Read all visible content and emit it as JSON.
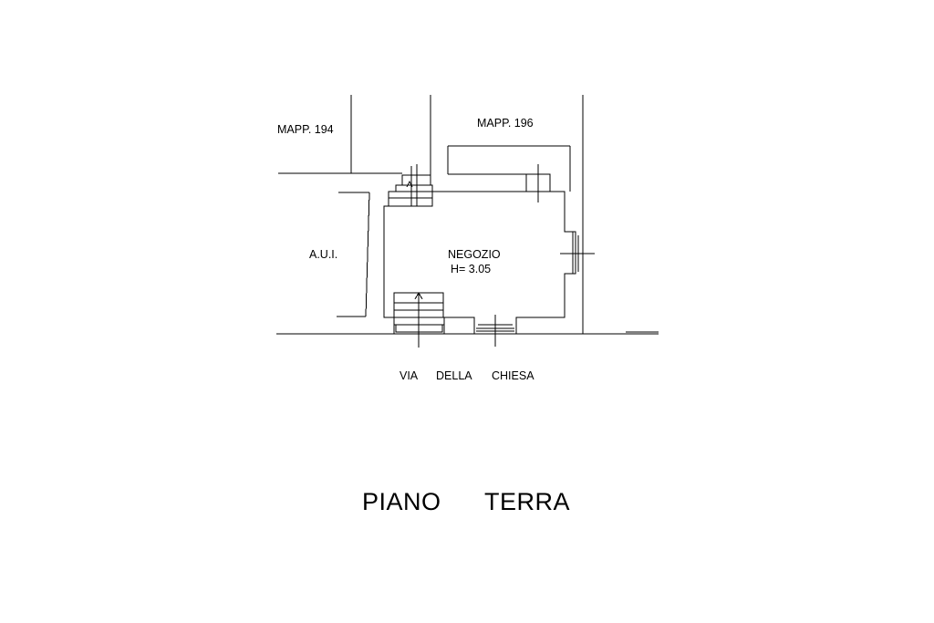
{
  "plan": {
    "neighbor_left_top": "MAPP. 194",
    "neighbor_right_top": "MAPP. 196",
    "neighbor_left": "A.U.I.",
    "room_name": "NEGOZIO",
    "room_height": "H= 3.05",
    "street": [
      "VIA",
      "DELLA",
      "CHIESA"
    ],
    "floor_title": [
      "PIANO",
      "TERRA"
    ]
  },
  "colors": {
    "line": "#000000",
    "background": "#ffffff"
  }
}
